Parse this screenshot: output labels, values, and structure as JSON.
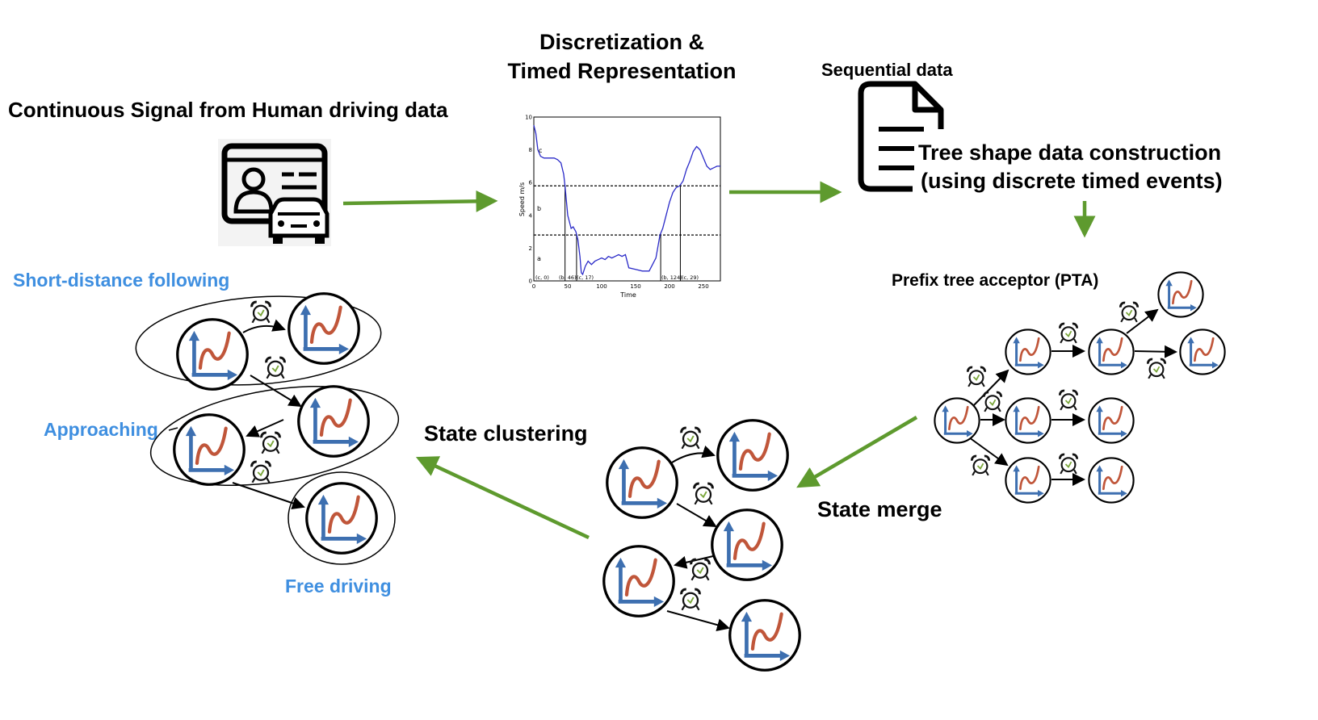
{
  "labels": {
    "continuous_signal": "Continuous Signal from Human driving data",
    "discretization_line1": "Discretization &",
    "discretization_line2": "Timed Representation",
    "sequential_data": "Sequential data",
    "tree_shape_line1": "Tree shape data construction",
    "tree_shape_line2": "(using discrete timed events)",
    "pta": "Prefix tree acceptor (PTA)",
    "state_merge": "State merge",
    "state_clustering": "State clustering",
    "short_distance": "Short-distance following",
    "approaching": "Approaching",
    "free_driving": "Free driving"
  },
  "colors": {
    "flow_arrow": "#5e9a2e",
    "cluster_label": "#3f8fe0",
    "axis_blue": "#3d6fb0",
    "curve_red": "#c0563a",
    "signal_line": "#2a2ac8"
  },
  "icons": [
    "driver-license-car-icon",
    "document-icon",
    "state-plot-icon",
    "alarm-clock-icon"
  ],
  "speed_chart": {
    "type": "line",
    "xlabel": "Time",
    "ylabel": "Speed m/s",
    "xlim": [
      0,
      275
    ],
    "ylim": [
      0,
      10
    ],
    "xticks": [
      "0",
      "50",
      "100",
      "150",
      "200",
      "250"
    ],
    "yticks": [
      "0",
      "2",
      "4",
      "6",
      "8",
      "10"
    ],
    "thresholds": [
      5.8,
      2.8
    ],
    "zone_labels": [
      "c",
      "b",
      "a"
    ],
    "events": [
      "(c, 0)",
      "(b, 46)",
      "(c, 17)",
      "(b, 124)",
      "(c, 29)"
    ],
    "event_times": [
      46,
      63,
      187,
      216
    ],
    "signal": {
      "x": [
        0,
        3,
        6,
        10,
        15,
        20,
        25,
        30,
        35,
        40,
        44,
        46,
        50,
        55,
        58,
        62,
        65,
        68,
        70,
        72,
        76,
        80,
        85,
        90,
        95,
        100,
        105,
        110,
        115,
        120,
        125,
        130,
        135,
        140,
        150,
        160,
        170,
        180,
        186,
        190,
        195,
        200,
        205,
        210,
        215,
        220,
        225,
        230,
        235,
        240,
        245,
        250,
        255,
        260,
        265,
        270,
        275
      ],
      "y": [
        9.5,
        9.0,
        8.0,
        7.6,
        7.5,
        7.5,
        7.5,
        7.5,
        7.4,
        7.2,
        6.5,
        5.8,
        4.0,
        3.2,
        3.3,
        3.0,
        2.5,
        1.5,
        0.5,
        0.4,
        0.9,
        1.2,
        1.0,
        1.2,
        1.3,
        1.4,
        1.3,
        1.5,
        1.4,
        1.5,
        1.6,
        1.5,
        1.6,
        0.8,
        0.7,
        0.6,
        0.6,
        1.4,
        2.8,
        3.2,
        4.0,
        4.8,
        5.4,
        5.7,
        5.8,
        6.1,
        6.8,
        7.3,
        7.9,
        8.2,
        8.0,
        7.5,
        7.0,
        6.8,
        6.9,
        7.0,
        7.0
      ]
    }
  }
}
